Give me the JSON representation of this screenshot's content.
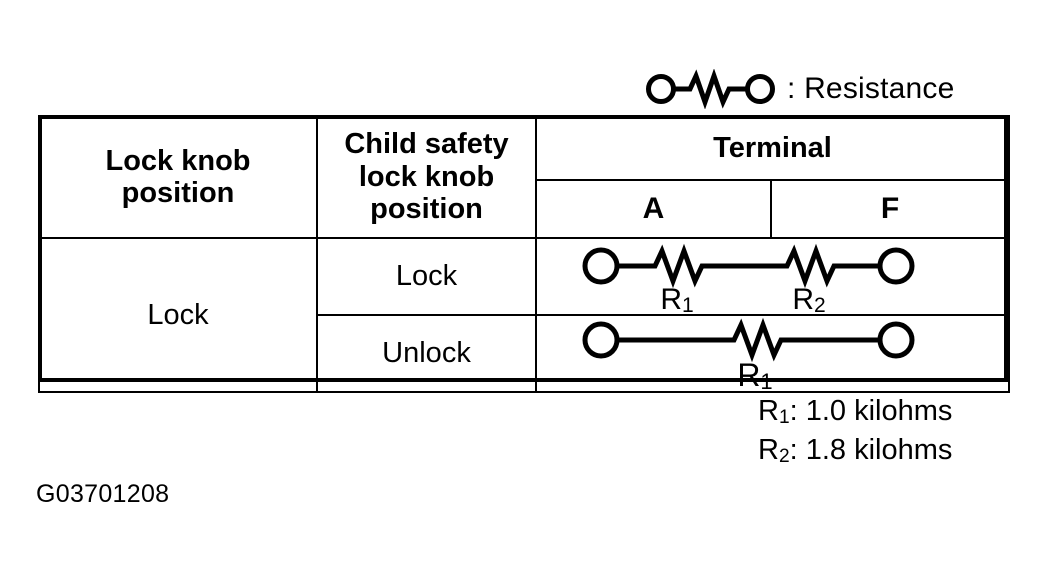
{
  "legend": {
    "symbol_name": "resistor-symbol",
    "text": ": Resistance"
  },
  "table": {
    "headers": {
      "lock_knob_position": "Lock knob\nposition",
      "lock_knob_position_line1": "Lock knob",
      "lock_knob_position_line2": "position",
      "child_safety_line1": "Child safety",
      "child_safety_line2": "lock knob",
      "child_safety_line3": "position",
      "terminal": "Terminal",
      "terminal_a": "A",
      "terminal_f": "F"
    },
    "rows": [
      {
        "lock_knob_position": "Lock",
        "child_safety_lock_knob_position": "Lock",
        "circuit": "A-R1-R2-F",
        "resistor_labels": [
          "R1",
          "R2"
        ]
      },
      {
        "lock_knob_position": "",
        "child_safety_lock_knob_position": "Unlock",
        "circuit": "A-R1-F",
        "resistor_labels": [
          "R1"
        ]
      }
    ]
  },
  "notes": {
    "r1": "R1: 1.0 kilohms",
    "r1_name": "R1",
    "r1_value": ": 1.0 kilohms",
    "r2_name": "R2",
    "r2_value": ": 1.8 kilohms"
  },
  "figure_id": "G03701208",
  "colors": {
    "ink": "#000000",
    "background": "#ffffff"
  }
}
